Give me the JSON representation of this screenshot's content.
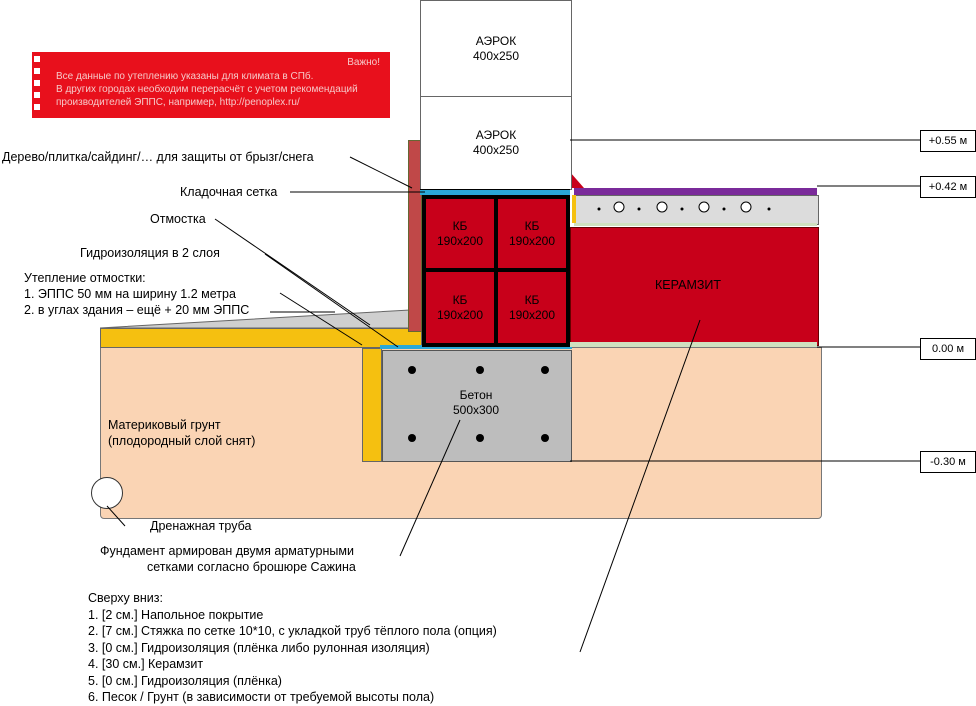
{
  "warning": {
    "title": "Важно!",
    "lines": [
      "Все данные по утеплению указаны для климата в СПб.",
      "В других городах необходим перерасчёт с учетом рекомендаций",
      "производителей ЭППС, например, http://penoplex.ru/"
    ]
  },
  "blocks": {
    "aerok_top": {
      "name": "АЭРОК",
      "size": "400x250"
    },
    "aerok_bottom": {
      "name": "АЭРОК",
      "size": "400x250"
    },
    "kb": [
      {
        "name": "КБ",
        "size": "190x200"
      },
      {
        "name": "КБ",
        "size": "190x200"
      },
      {
        "name": "КБ",
        "size": "190x200"
      },
      {
        "name": "КБ",
        "size": "190x200"
      }
    ],
    "concrete": {
      "name": "Бетон",
      "size": "500x300"
    },
    "keramzit": "КЕРАМЗИТ"
  },
  "labels": {
    "wood": "Дерево/плитка/сайдинг/… для защиты от брызг/снега",
    "mesh": "Кладочная сетка",
    "otmostka": "Отмостка",
    "hydro": "Гидроизоляция в 2 слоя",
    "insul_title": "Утепление отмостки:",
    "insul_1": "1. ЭППС 50 мм на ширину 1.2 метра",
    "insul_2": "2. в углах здания – ещё + 20 мм ЭППС",
    "ground_1": "Материковый грунт",
    "ground_2": "(плодородный слой снят)",
    "drain": "Дренажная труба",
    "foundation_1": "Фундамент армирован двумя арматурными",
    "foundation_2": "сетками согласно брошюре Сажина"
  },
  "levels": [
    "+0.55 м",
    "+0.42 м",
    "0.00 м",
    "-0.30 м"
  ],
  "layers": {
    "title": "Сверху вниз:",
    "items": [
      "1. [2 см.] Напольное покрытие",
      "2. [7 см.] Стяжка по сетке 10*10, с укладкой труб тёплого пола (опция)",
      "3. [0 см.] Гидроизоляция (плёнка либо рулонная изоляция)",
      "4. [30 см.] Керамзит",
      "5. [0 см.] Гидроизоляция (плёнка)",
      "6. Песок / Грунт (в зависимости от требуемой высоты пола)"
    ]
  },
  "colors": {
    "red": "#c8001a",
    "ground": "#fad4b4",
    "insulation": "#f5c010",
    "concrete": "#bdbdbd",
    "blue": "#2aa8d8",
    "purple": "#7a2a9a",
    "wood": "#c04848"
  }
}
